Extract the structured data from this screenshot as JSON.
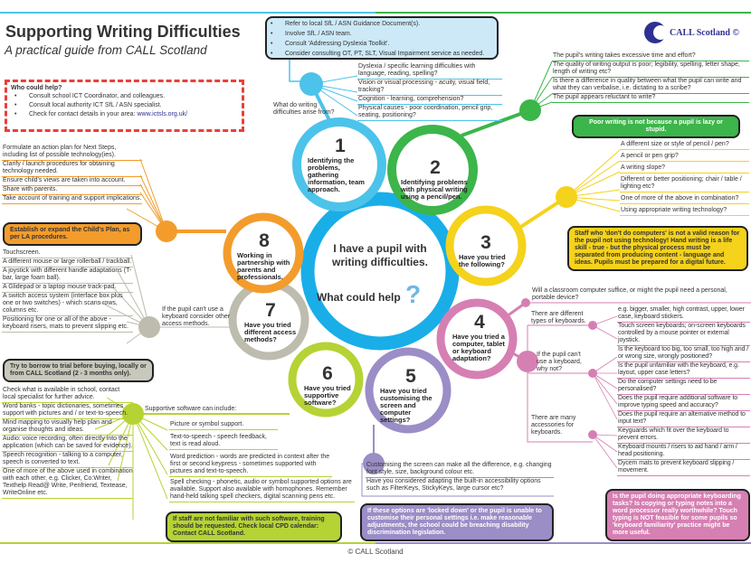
{
  "title": "Supporting Writing Difficulties",
  "subtitle": "A practical guide from CALL Scotland",
  "logo": "CALL Scotland ©",
  "help": {
    "heading": "Who could help?",
    "items": [
      "Consult school ICT Coordinator, and colleagues.",
      "Consult local authority ICT SfL / ASN specialist.",
      "Check for contact details in your area: "
    ],
    "link": "www.ictsls.org.uk/"
  },
  "top_box": [
    "Refer to local SfL / ASN Guidance Document(s).",
    "Involve SfL / ASN team.",
    "Consult 'Addressing Dyslexia Toolkit'.",
    "Consider consulting OT, PT, SLT, Visual Impairment service as needed."
  ],
  "center": {
    "line1": "I have a pupil with writing difficulties.",
    "line2": "What could help"
  },
  "steps": [
    {
      "num": "1",
      "text": "Identifying the problems, gathering information, team approach."
    },
    {
      "num": "2",
      "text": "Identifying problems with physical writing using a pencil/pen."
    },
    {
      "num": "3",
      "text": "Have you tried the following?"
    },
    {
      "num": "4",
      "text": "Have you tried a computer, tablet or keyboard adaptation?"
    },
    {
      "num": "5",
      "text": "Have you tried customising the screen and computer settings?"
    },
    {
      "num": "6",
      "text": "Have you tried supportive software?"
    },
    {
      "num": "7",
      "text": "Have you tried different access methods?"
    },
    {
      "num": "8",
      "text": "Working in partnership with parents and professionals."
    }
  ],
  "s1": {
    "question": "What do writing difficulties arise from?",
    "items": [
      "Dyslexia / specific learning difficulties with language, reading, spelling?",
      "Vision or visual processing - acuity, visual field, tracking?",
      "Cognition - learning, comprehension?",
      "Physical causes - poor coordination, pencil grip, seating, positioning?"
    ]
  },
  "s2": {
    "items": [
      "The pupil's writing takes excessive time and effort?",
      "The quality of writing output is poor; legibility, spelling, letter shape, length of writing etc?",
      "Is there a difference in quality between what the pupil can write and what they can verbalise, i.e. dictating to a scribe?",
      "The pupil appears reluctant to write?"
    ],
    "note": "Poor writing is not because a pupil is lazy or stupid."
  },
  "s3": {
    "items": [
      "A different size or style of pencil / pen?",
      "A pencil or pen grip?",
      "A writing slope?",
      "Different or better positioning; chair / table / lighting etc?",
      "One of more of the above in combination?",
      "Using appropriate writing technology?"
    ],
    "note": "Staff who 'don't do computers' is not a valid reason for the pupil not using technology! Hand writing is a life skill - true - but the physical process must be separated from producing content - language and ideas. Pupils must be prepared for a digital future."
  },
  "s4": {
    "q1": "Will a classroom computer suffice, or might the pupil need a personal, portable device?",
    "types_label": "There are different types of keyboards.",
    "types": [
      "e.g. bigger, smaller, high contrast, upper, lower case, keyboard stickers.",
      "Touch screen keyboards; on-screen keyboards controlled by a mouse pointer or external joystick."
    ],
    "why_label": "If the pupil can't use a keyboard, why not?",
    "why": [
      "Is the keyboard too big, too small, too high and / or wrong size, wrongly positioned?",
      "Is the pupil unfamiliar with the keyboard, e.g. layout, upper case letters?",
      "Do the computer settings need to be personalised?",
      "Does the pupil require additional software to improve typing speed and accuracy?",
      "Does the pupil require an alternative method to input text?"
    ],
    "acc_label": "There are many accessories for keyboards.",
    "acc": [
      "Keyguards which fit over the keyboard to prevent errors.",
      "Keyboard mounts / risers to aid hand / arm / head positioning.",
      "Dycem mats to prevent keyboard slipping / movement."
    ],
    "note": "Is the pupil doing appropriate keyboarding tasks? Is copying or typing notes into a word processor really worthwhile? Touch typing is NOT feasible for some pupils so 'keyboard familiarity' practice might be more useful."
  },
  "s5": {
    "items": [
      "Customising the screen can make all the difference, e.g. changing font style, size, background colour etc.",
      "Have you considered adapting the built-in accessibility options such as FilterKeys, StickyKeys, large cursor etc?"
    ],
    "note": "If these options are 'locked down' or the pupil is unable to customise their personal settings i.e. make reasonable adjustments, the school could be breaching disability discrimination legislation."
  },
  "s6": {
    "label": "Supportive software can include:",
    "left": [
      "Check what is available in school, contact local specialist for further advice.",
      "Word banks - topic dictionaries, sometimes support with pictures and / or text-to-speech.",
      "Mind mapping to visually help plan and organise thoughts and ideas.",
      "Audio: voice recording, often directly into the application (which can be saved for evidence).",
      "Speech recognition - talking to a computer, speech is converted to text.",
      "One of more of the above used in combination with each other, e.g. Clicker, Co:Writer, Texthelp Read@ Write, Penfriend, Textease, WriteOnline etc."
    ],
    "right": [
      "Picture or symbol support.",
      "Text-to-speech - speech feedback, text is read aloud.",
      "Word prediction - words are predicted in context after the first or second keypress - sometimes supported with pictures and text-to-speech.",
      "Spell checking - phonetic, audio or symbol supported options are available. Support also available with homophones. Remember hand-held talking spell checkers, digital scanning pens etc."
    ],
    "note": "If staff are not familiar with such software, training should be requested. Check local CPD calendar: Contact CALL Scotland."
  },
  "s7": {
    "label": "If the pupil can't use a keyboard consider other access methods.",
    "items": [
      "Touchscreen.",
      "A different mouse or large rollerball / trackball.",
      "A joystick with different handle adaptations (T-bar, large foam ball).",
      "A Glidepad or a laptop mouse track-pad.",
      "A switch access system (interface box plus one or two switches) - which scans rows, columns etc.",
      "Positioning for one or all of the above - keyboard risers, mats to prevent slipping etc."
    ],
    "note": "Try to borrow to trial before buying, locally or from CALL Scotland (2 - 3 months only)."
  },
  "s8": {
    "items": [
      "Formulate an action plan for Next Steps, including list of possible technology(ies).",
      "Clarify / launch procedures for obtaining technology needed.",
      "Ensure child's views are taken into account.",
      "Share with parents.",
      "Take account of training and support implications."
    ],
    "note": "Establish or expand the Child's Plan, as per LA procedures."
  },
  "footer": "© CALL Scotland",
  "colors": {
    "blue": "#19aee8",
    "light_blue": "#4cc3ea",
    "green": "#3cb54a",
    "yellow": "#f5d21b",
    "pink": "#d67fb3",
    "purple": "#9b8dc6",
    "lime": "#b5d334",
    "grey": "#bdbcae",
    "orange": "#f39c2c",
    "red": "#e8403a"
  }
}
